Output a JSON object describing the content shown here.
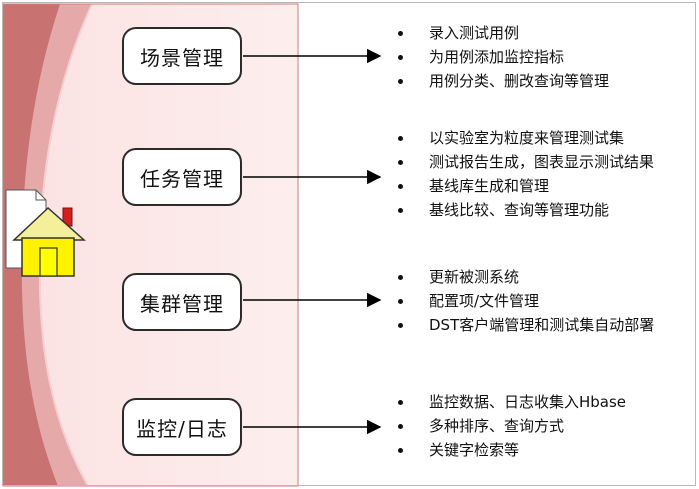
{
  "nodes": [
    {
      "label": "场景管理",
      "items": [
        "录入测试用例",
        "为用例添加监控指标",
        "用例分类、删改查询等管理"
      ]
    },
    {
      "label": "任务管理",
      "items": [
        "以实验室为粒度来管理测试集",
        "测试报告生成，图表显示测试结果",
        "基线库生成和管理",
        "基线比较、查询等管理功能"
      ]
    },
    {
      "label": "集群管理",
      "items": [
        "更新被测系统",
        "配置项/文件管理",
        "DST客户端管理和测试集自动部署"
      ]
    },
    {
      "label": "监控/日志",
      "items": [
        "监控数据、日志收集入Hbase",
        "多种排序、查询方式",
        "关键字检索等"
      ]
    }
  ],
  "colors": {
    "panel_dark": "#c97272",
    "panel_mid": "#e5a9a9",
    "panel_light": "#fbe1e1",
    "house_wall": "#fff200",
    "house_roof": "#f4ef9a",
    "house_door": "#ffff00",
    "chimney": "#d41f1f"
  },
  "icons": [
    "document-icon",
    "house-icon"
  ]
}
